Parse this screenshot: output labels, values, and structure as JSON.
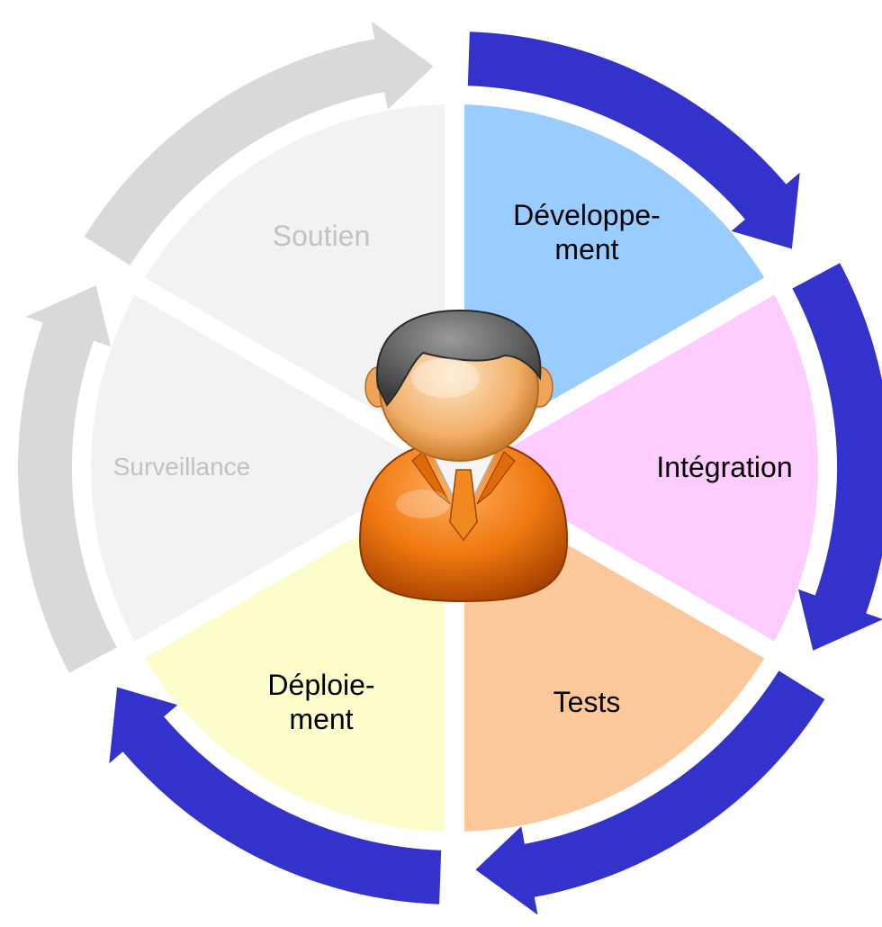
{
  "diagram": {
    "segments": [
      {
        "id": "developpement",
        "lines": [
          "Développe-",
          "ment"
        ],
        "fill": "#99ccff",
        "text_color": "#000000",
        "active": true
      },
      {
        "id": "integration",
        "lines": [
          "Intégration"
        ],
        "fill": "#ffccff",
        "text_color": "#000000",
        "active": true
      },
      {
        "id": "tests",
        "lines": [
          "Tests"
        ],
        "fill": "#fcc899",
        "text_color": "#000000",
        "active": true
      },
      {
        "id": "deploiement",
        "lines": [
          "Déploie-",
          "ment"
        ],
        "fill": "#fdfccb",
        "text_color": "#000000",
        "active": true
      },
      {
        "id": "surveillance",
        "lines": [
          "Surveillance"
        ],
        "fill": "#f2f2f2",
        "text_color": "#c2c2c2",
        "active": false
      },
      {
        "id": "soutien",
        "lines": [
          "Soutien"
        ],
        "fill": "#f2f2f2",
        "text_color": "#c2c2c2",
        "active": false
      }
    ],
    "arrow_active_color": "#3333cc",
    "arrow_inactive_color": "#d9d9d9",
    "center_icon": "businessman-icon"
  }
}
